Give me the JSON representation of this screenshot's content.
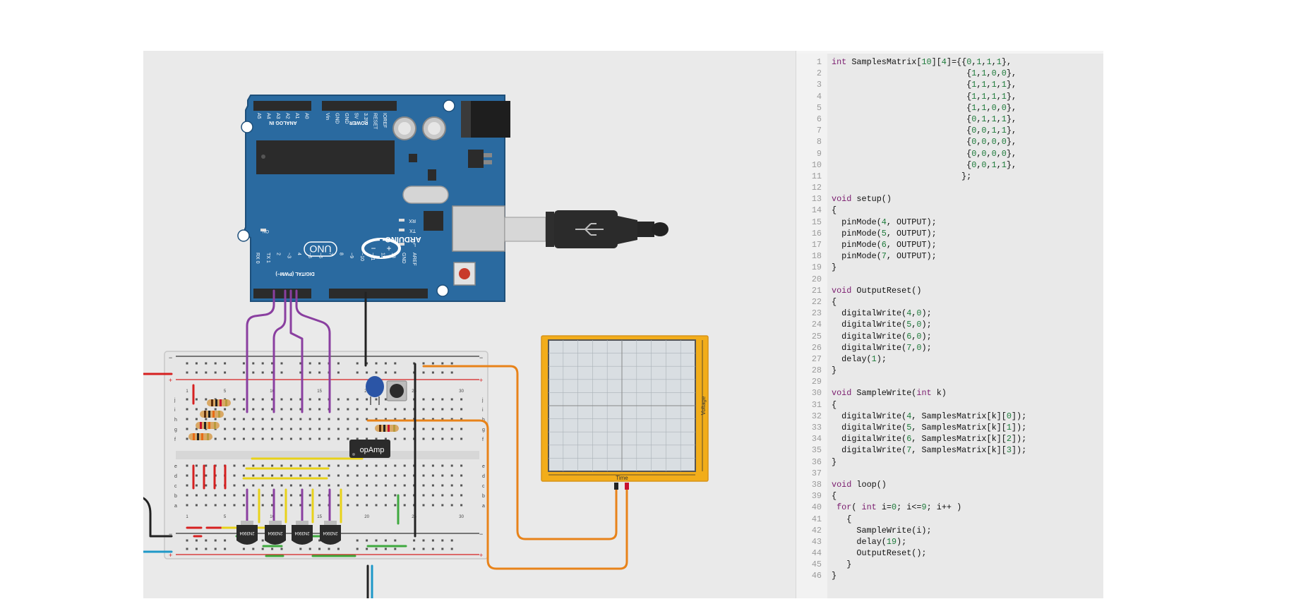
{
  "arduino": {
    "brand": "ARDUINO",
    "model": "UNO",
    "on_label": "ON",
    "analog_label": "ANALOG IN",
    "power_label": "POWER",
    "digital_label": "DIGITAL (PWM~)",
    "analog_pins": [
      "A5",
      "A4",
      "A3",
      "A2",
      "A1",
      "A0"
    ],
    "power_pins": [
      "Vin",
      "GND",
      "GND",
      "5V",
      "3.3V",
      "RESET",
      "IOREF"
    ],
    "digital_pins": [
      "RX 0",
      "TX 1",
      "2",
      "~3",
      "4",
      "~5",
      "~6",
      "7",
      "8",
      "~9",
      "~10",
      "~11",
      "12",
      "13",
      "GND",
      "AREF"
    ],
    "led_labels": [
      "RX",
      "TX",
      "L"
    ]
  },
  "breadboard": {
    "opamp_label": "opAmp",
    "transistor_label": "2N3904",
    "col_numbers": [
      "1",
      "5",
      "10",
      "15",
      "20",
      "25",
      "30"
    ],
    "row_letters_top": [
      "j",
      "i",
      "h",
      "g",
      "f"
    ],
    "row_letters_bottom": [
      "e",
      "d",
      "c",
      "b",
      "a"
    ]
  },
  "oscilloscope": {
    "x_label": "Time",
    "y_label": "Voltage"
  },
  "colors": {
    "arduino_board": "#2a6aa0",
    "wire_purple": "#8a3fa0",
    "wire_orange": "#e8831a",
    "wire_red": "#d62020",
    "wire_yellow": "#e8d21a",
    "wire_green": "#3fa93f",
    "wire_blue": "#1e98c8",
    "scope_frame": "#f2ad1a",
    "code_keyword": "#7a1b6e",
    "code_number": "#1d7a3a"
  },
  "code": {
    "lines": [
      "int SamplesMatrix[10][4]={{0,1,1,1},",
      "                           {1,1,0,0},",
      "                           {1,1,1,1},",
      "                           {1,1,1,1},",
      "                           {1,1,0,0},",
      "                           {0,1,1,1},",
      "                           {0,0,1,1},",
      "                           {0,0,0,0},",
      "                           {0,0,0,0},",
      "                           {0,0,1,1},",
      "                          };",
      "",
      "void setup()",
      "{",
      "  pinMode(4, OUTPUT);",
      "  pinMode(5, OUTPUT);",
      "  pinMode(6, OUTPUT);",
      "  pinMode(7, OUTPUT);",
      "}",
      "",
      "void OutputReset()",
      "{",
      "  digitalWrite(4,0);",
      "  digitalWrite(5,0);",
      "  digitalWrite(6,0);",
      "  digitalWrite(7,0);",
      "  delay(1);",
      "}",
      "",
      "void SampleWrite(int k)",
      "{",
      "  digitalWrite(4, SamplesMatrix[k][0]);",
      "  digitalWrite(5, SamplesMatrix[k][1]);",
      "  digitalWrite(6, SamplesMatrix[k][2]);",
      "  digitalWrite(7, SamplesMatrix[k][3]);",
      "}",
      "",
      "void loop()",
      "{",
      " for( int i=0; i<=9; i++ )",
      "   {",
      "     SampleWrite(i);",
      "     delay(19);",
      "     OutputReset();",
      "   }",
      "}"
    ]
  }
}
